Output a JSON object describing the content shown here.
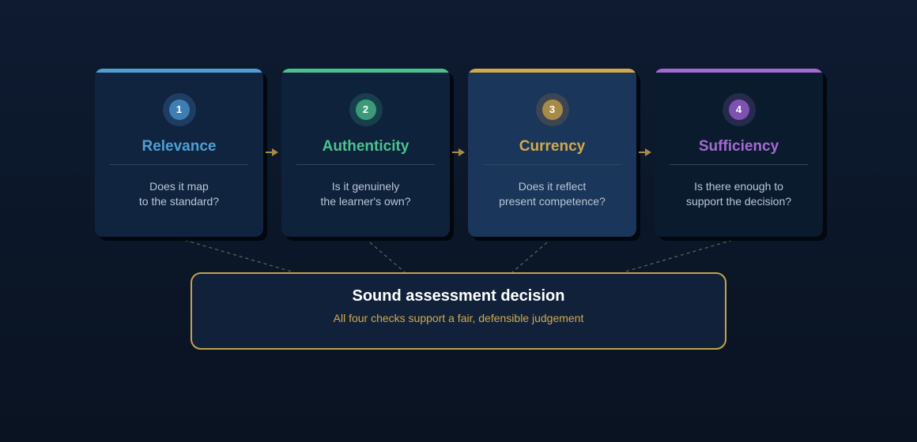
{
  "steps": [
    {
      "number": "1",
      "title": "Relevance",
      "question_line1": "Does it map",
      "question_line2": "to the standard?",
      "accent": "#4f9fd4",
      "badge_color": "#3d7fb4",
      "ring_color": "#1f3c63",
      "card_bg": "#10233f",
      "highlighted": false
    },
    {
      "number": "2",
      "title": "Authenticity",
      "question_line1": "Is it genuinely",
      "question_line2": "the learner's own?",
      "accent": "#4cc18f",
      "badge_color": "#3b9b79",
      "ring_color": "#173f4b",
      "card_bg": "#0f223c",
      "highlighted": false
    },
    {
      "number": "3",
      "title": "Currency",
      "question_line1": "Does it reflect",
      "question_line2": "present competence?",
      "accent": "#d2a94b",
      "badge_color": "#a68a48",
      "ring_color": "#3c4553",
      "card_bg": "#1a365a",
      "highlighted": true
    },
    {
      "number": "4",
      "title": "Sufficiency",
      "question_line1": "Is there enough to",
      "question_line2": "support the decision?",
      "accent": "#a46ad3",
      "badge_color": "#7d52b1",
      "ring_color": "#262a4d",
      "card_bg": "#0b1b2e",
      "highlighted": false
    }
  ],
  "decision": {
    "title": "Sound assessment decision",
    "subtitle": "All four checks support a fair, defensible judgement",
    "border_color": "#c3a24c"
  },
  "arrow_color": "#a88a48",
  "connector_color": "#5a6a62"
}
